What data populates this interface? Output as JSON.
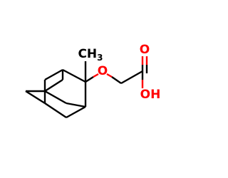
{
  "molecule": {
    "labels": {
      "methyl": "CH3",
      "ether_oxygen": "O",
      "carbonyl_oxygen": "O",
      "hydroxyl": "OH"
    },
    "colors": {
      "carbon": "#000000",
      "oxygen": "#ff0000",
      "background": "#ffffff"
    }
  }
}
